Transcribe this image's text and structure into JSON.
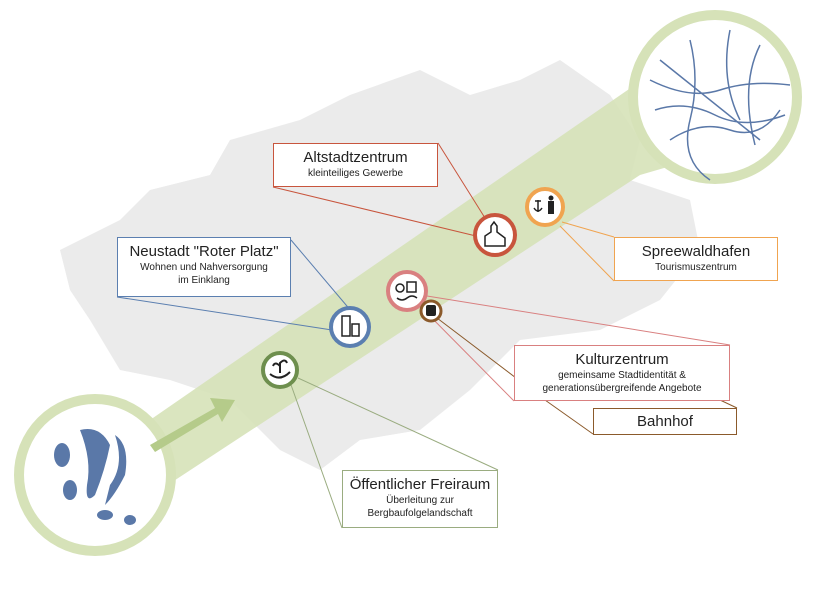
{
  "labels": {
    "altstadt": {
      "title": "Altstadtzentrum",
      "sub": [
        "kleinteiliges Gewerbe"
      ],
      "color": "#c8553d"
    },
    "neustadt": {
      "title": "Neustadt \"Roter Platz\"",
      "sub": [
        "Wohnen und Nahversorgung",
        "im Einklang"
      ],
      "color": "#5b7fb0"
    },
    "spreewald": {
      "title": "Spreewaldhafen",
      "sub": [
        "Tourismuszentrum"
      ],
      "color": "#f0a450"
    },
    "kultur": {
      "title": "Kulturzentrum",
      "sub": [
        "gemeinsame Stadtidentität &",
        "generationsübergreifende Angebote"
      ],
      "color": "#d98080"
    },
    "bahnhof": {
      "title": "Bahnhof",
      "color": "#8b5a2b"
    },
    "freiraum": {
      "title": "Öffentlicher Freiraum",
      "sub": [
        "Überleitung zur",
        "Bergbaufolgelandschaft"
      ],
      "color": "#6e8f4e"
    }
  },
  "colors": {
    "band": "#d6e2b8",
    "city": "#ebebeb",
    "water": "#5a78a8"
  }
}
